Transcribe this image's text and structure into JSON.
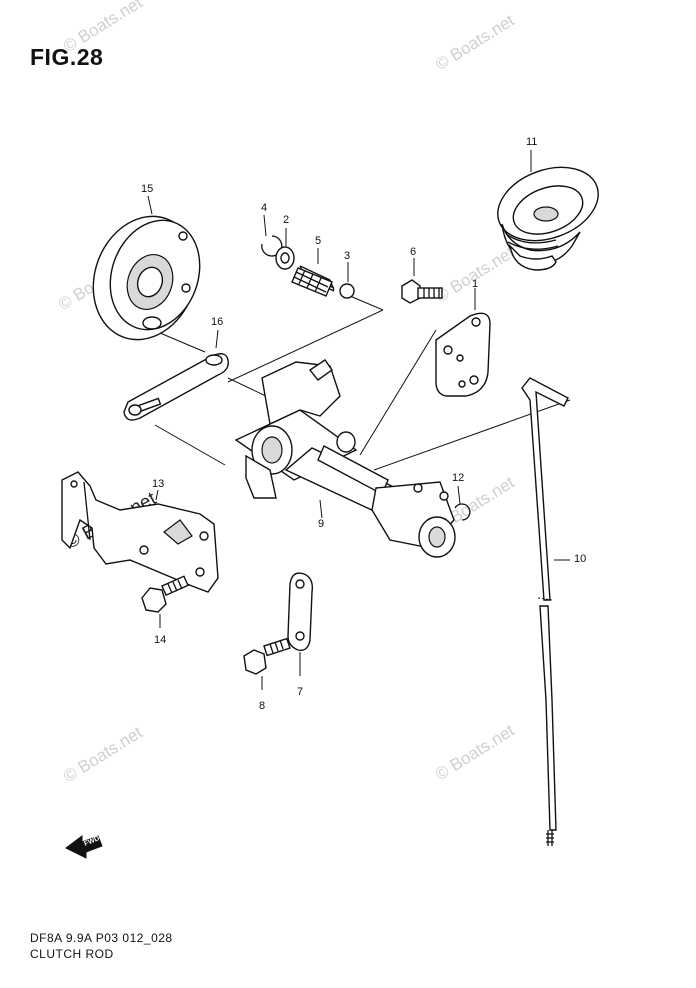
{
  "figure": {
    "title": "FIG.28",
    "footer_code": "DF8A 9.9A P03 012_028",
    "footer_name": "CLUTCH ROD",
    "fwd_label": "FWD"
  },
  "watermarks": [
    "© Boats.net",
    "© Boats.net",
    "© Boats.net",
    "© Boats.net",
    "© Boats.net",
    "© Boats.net",
    "© Boats.net",
    "© Boats.net"
  ],
  "callouts": [
    "1",
    "2",
    "3",
    "4",
    "5",
    "6",
    "7",
    "8",
    "9",
    "10",
    "11",
    "12",
    "13",
    "14",
    "15",
    "16"
  ]
}
